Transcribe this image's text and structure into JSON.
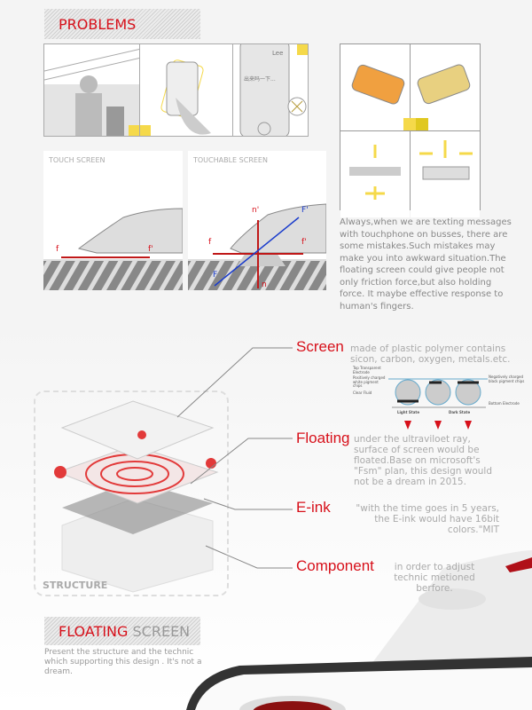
{
  "problems": {
    "title": "PROBLEMS",
    "phone_contact": "Lee",
    "phone_msg": "出来吗一下..."
  },
  "touch": {
    "left_label": "TOUCH SCREEN",
    "right_label": "TOUCHABLE SCREEN",
    "f": "f",
    "f_prime": "f'",
    "n": "n",
    "n_prime": "n'",
    "F": "F",
    "F_prime": "F'"
  },
  "paragraph": "Always,when we are texting messages with touchphone on busses, there are some mistakes.Such mistakes may make you into awkward situation.The floating screen could give people not only friction force,but also holding force.  It maybe effective response to human's fingers.",
  "structure": {
    "label": "STRUCTURE",
    "items": [
      {
        "term": "Screen",
        "desc": "made of plastic polymer contains sicon, carbon, oxygen, metals.etc."
      },
      {
        "term": "Floating",
        "desc": "under the ultraviloet ray, surface of screen would be floated.Base on microsoft's \"Fsm\" plan, this design would not be a dream in 2015."
      },
      {
        "term": "E-ink",
        "desc": "\"with the time goes in 5 years, the E-ink would have 16bit colors.\"MIT"
      },
      {
        "term": "Component",
        "desc": "in order to adjust technic metioned berfore."
      }
    ],
    "diagram": {
      "top": "Top Transparent Electrode",
      "pos": "Positively charged white pigment chips",
      "fluid": "Clear Fluid",
      "neg": "Negatively charged black pigment chips",
      "bottom": "Bottom Electrode",
      "light": "Light State",
      "dark": "Dark State"
    }
  },
  "floating": {
    "title_red": "FLOATING",
    "title_gray": "SCREEN",
    "desc": "Present the structure and the technic which supporting this design . It's not a dream."
  },
  "colors": {
    "accent": "#d7101a",
    "yellow": "#f5d94a"
  }
}
